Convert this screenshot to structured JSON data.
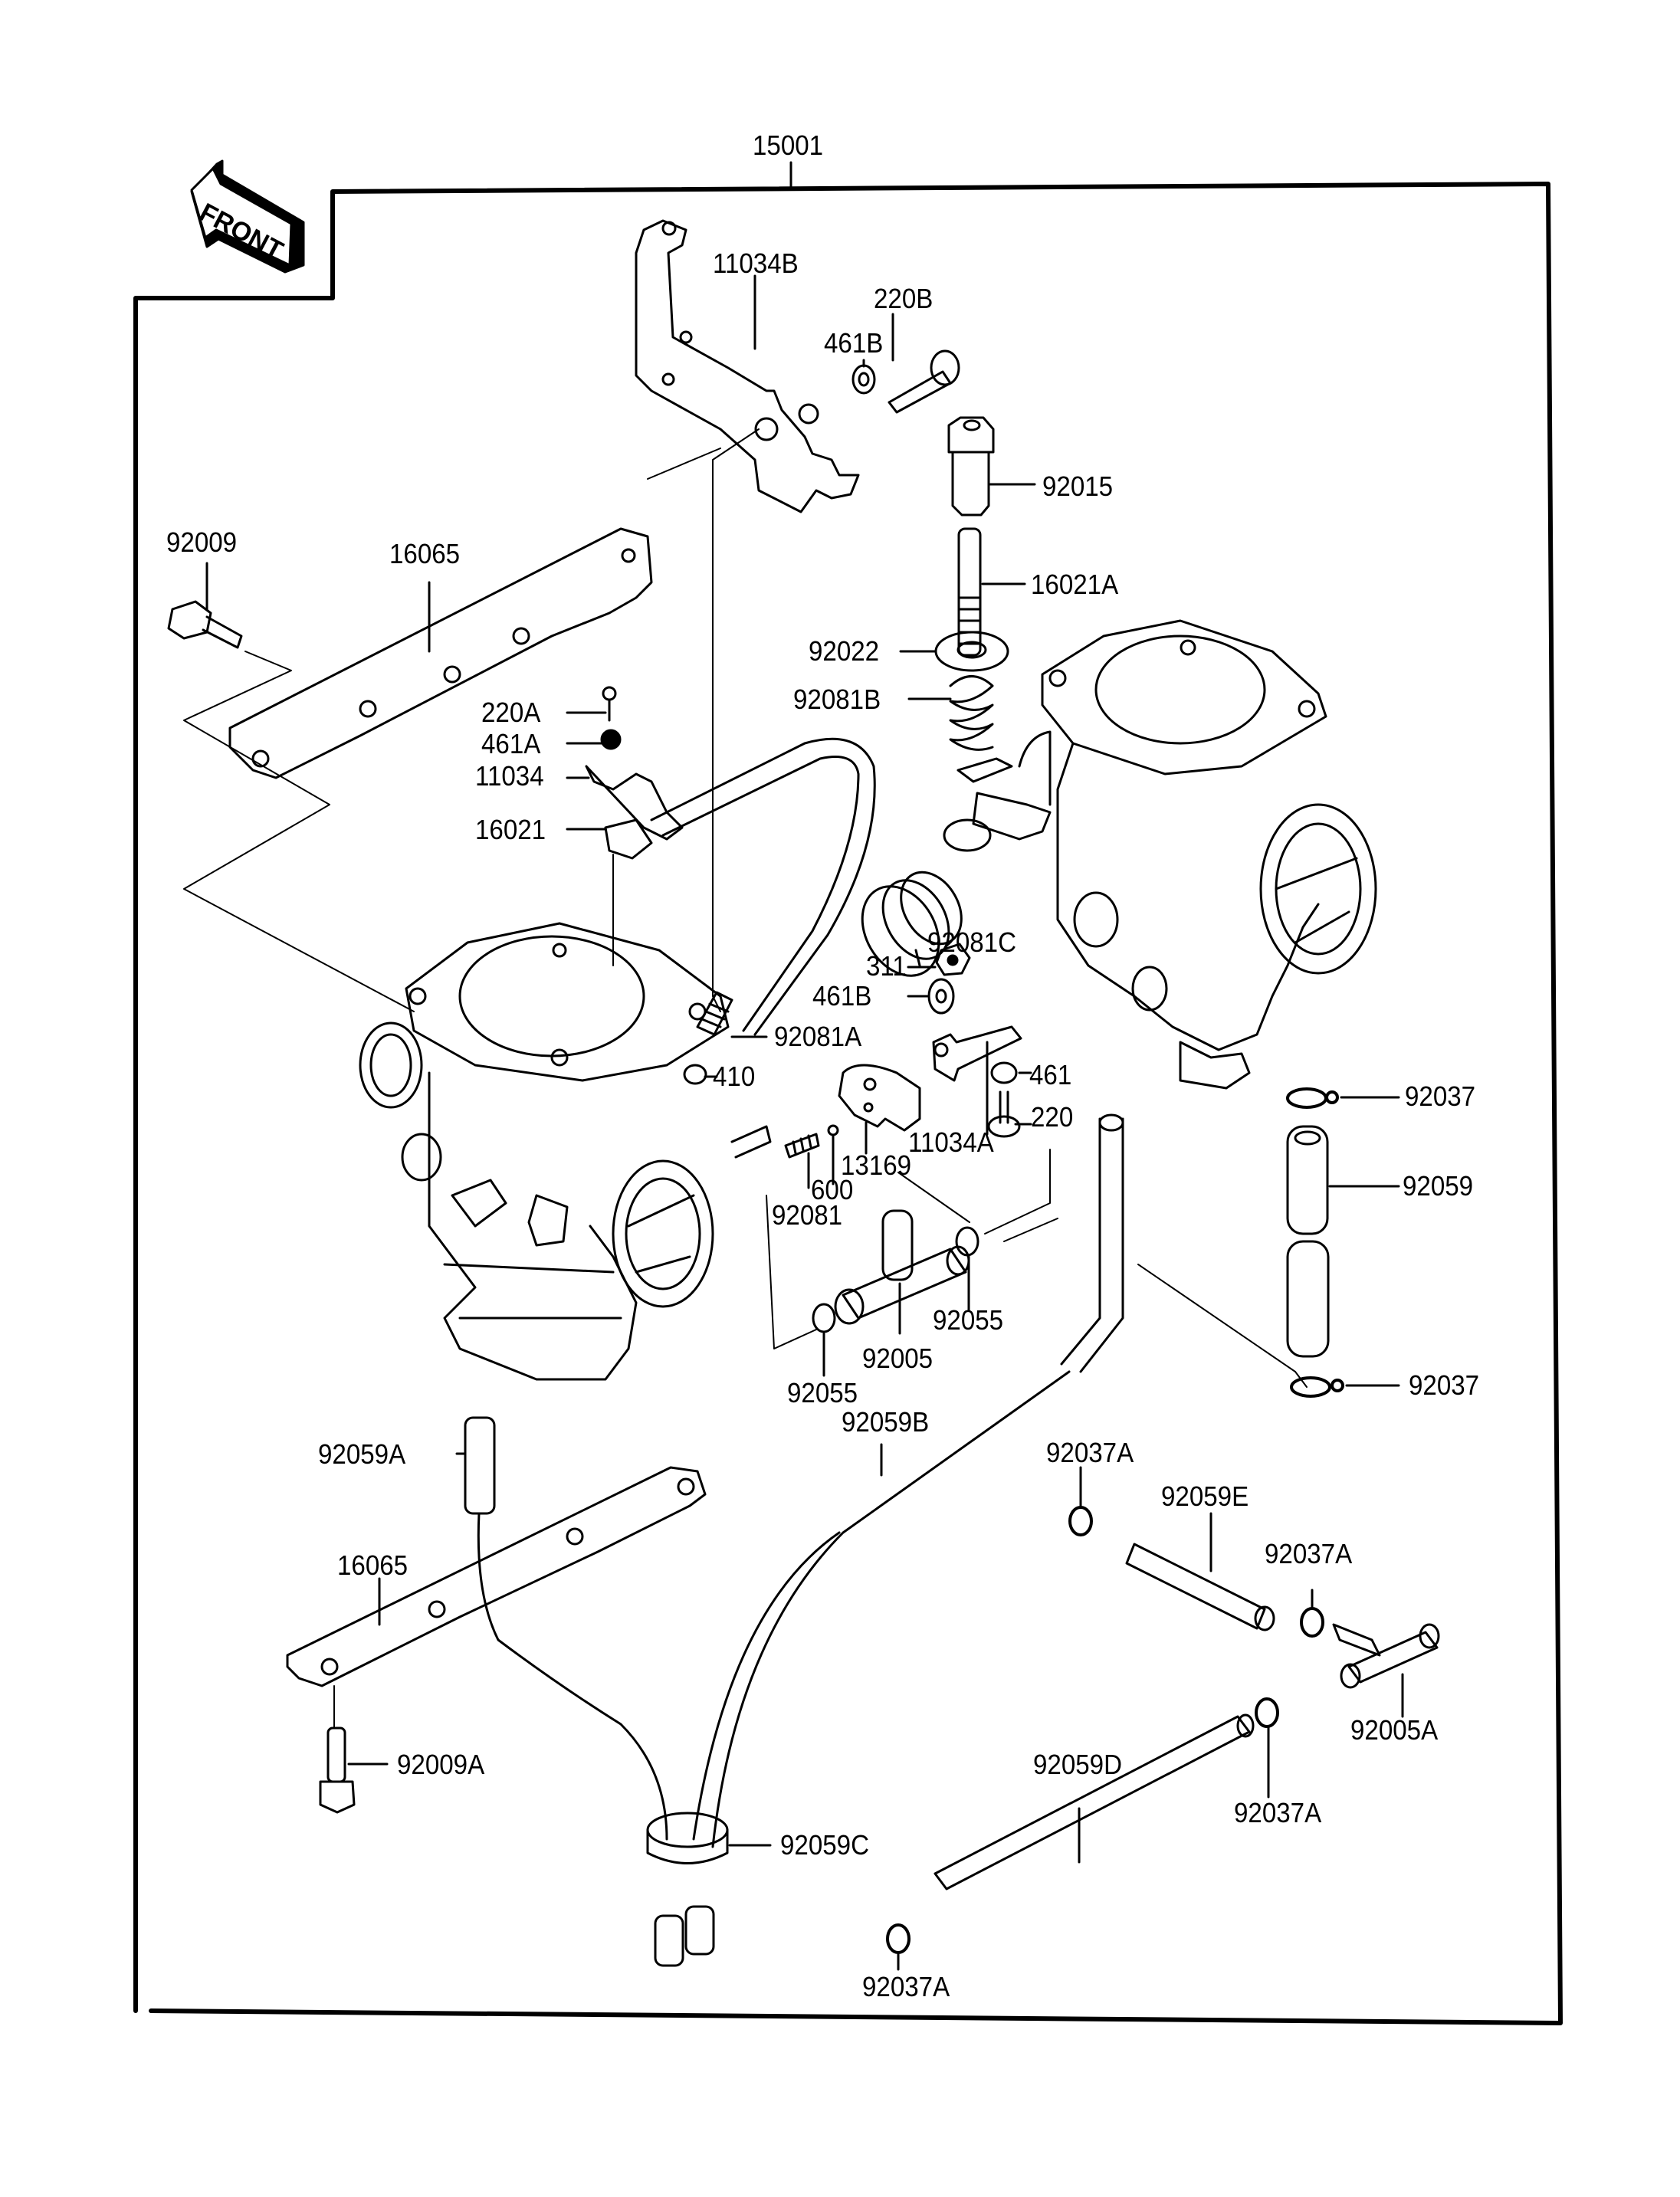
{
  "diagram": {
    "title": "Carburetor assembly exploded parts diagram",
    "assembly_number": "15001",
    "direction_indicator": "FRONT",
    "colors": {
      "ink": "#000000",
      "paper": "#ffffff"
    },
    "labels": [
      {
        "id": "l15001",
        "text": "15001"
      },
      {
        "id": "l11034B",
        "text": "11034B"
      },
      {
        "id": "l220B",
        "text": "220B"
      },
      {
        "id": "l461B_top",
        "text": "461B"
      },
      {
        "id": "l92015",
        "text": "92015"
      },
      {
        "id": "l92009",
        "text": "92009"
      },
      {
        "id": "l16065_top",
        "text": "16065"
      },
      {
        "id": "l16021A",
        "text": "16021A"
      },
      {
        "id": "l92022",
        "text": "92022"
      },
      {
        "id": "l92081B",
        "text": "92081B"
      },
      {
        "id": "l220A",
        "text": "220A"
      },
      {
        "id": "l461A",
        "text": "461A"
      },
      {
        "id": "l11034",
        "text": "11034"
      },
      {
        "id": "l16021",
        "text": "16021"
      },
      {
        "id": "l92081C",
        "text": "92081C"
      },
      {
        "id": "l311",
        "text": "311"
      },
      {
        "id": "l461B_mid",
        "text": "461B"
      },
      {
        "id": "l92081A",
        "text": "92081A"
      },
      {
        "id": "l410",
        "text": "410"
      },
      {
        "id": "l461",
        "text": "461"
      },
      {
        "id": "l220",
        "text": "220"
      },
      {
        "id": "l11034A",
        "text": "11034A"
      },
      {
        "id": "l13169",
        "text": "13169"
      },
      {
        "id": "l600",
        "text": "600"
      },
      {
        "id": "l92081",
        "text": "92081"
      },
      {
        "id": "l92037_top",
        "text": "92037"
      },
      {
        "id": "l92059",
        "text": "92059"
      },
      {
        "id": "l92055_right",
        "text": "92055"
      },
      {
        "id": "l92005",
        "text": "92005"
      },
      {
        "id": "l92055_left",
        "text": "92055"
      },
      {
        "id": "l92037_bot",
        "text": "92037"
      },
      {
        "id": "l92059B",
        "text": "92059B"
      },
      {
        "id": "l92059A",
        "text": "92059A"
      },
      {
        "id": "l92037A_1",
        "text": "92037A"
      },
      {
        "id": "l92059E",
        "text": "92059E"
      },
      {
        "id": "l92037A_2",
        "text": "92037A"
      },
      {
        "id": "l16065_bot",
        "text": "16065"
      },
      {
        "id": "l92005A",
        "text": "92005A"
      },
      {
        "id": "l92009A",
        "text": "92009A"
      },
      {
        "id": "l92059D",
        "text": "92059D"
      },
      {
        "id": "l92037A_3",
        "text": "92037A"
      },
      {
        "id": "l92059C",
        "text": "92059C"
      },
      {
        "id": "l92037A_4",
        "text": "92037A"
      }
    ]
  }
}
